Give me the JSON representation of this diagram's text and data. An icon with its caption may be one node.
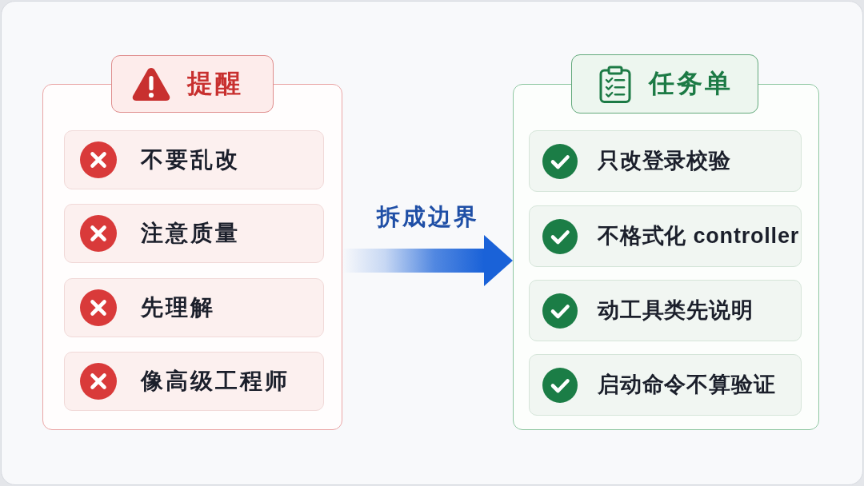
{
  "diagram": {
    "nodes": [
      {
        "text": [
          "提醒"
        ]
      },
      {
        "text": [
          "不要乱改"
        ],
        "in": 0
      },
      {
        "text": [
          "注意质量"
        ],
        "in": 0
      },
      {
        "text": [
          "先理解"
        ],
        "in": 0
      },
      {
        "text": [
          "像高级工程师"
        ],
        "in": 0
      },
      {
        "text": [
          "任务单"
        ]
      },
      {
        "text": [
          "只改登录校验"
        ],
        "in": 5
      },
      {
        "text": [
          "不格式化 controller"
        ],
        "in": 5
      },
      {
        "text": [
          "动工具类先说明"
        ],
        "in": 5
      },
      {
        "text": [
          "启动命令不算验证"
        ],
        "in": 5
      }
    ],
    "edges": [
      {
        "from": 0,
        "to": 5,
        "arrow": "to",
        "label": "拆成边界"
      }
    ]
  }
}
